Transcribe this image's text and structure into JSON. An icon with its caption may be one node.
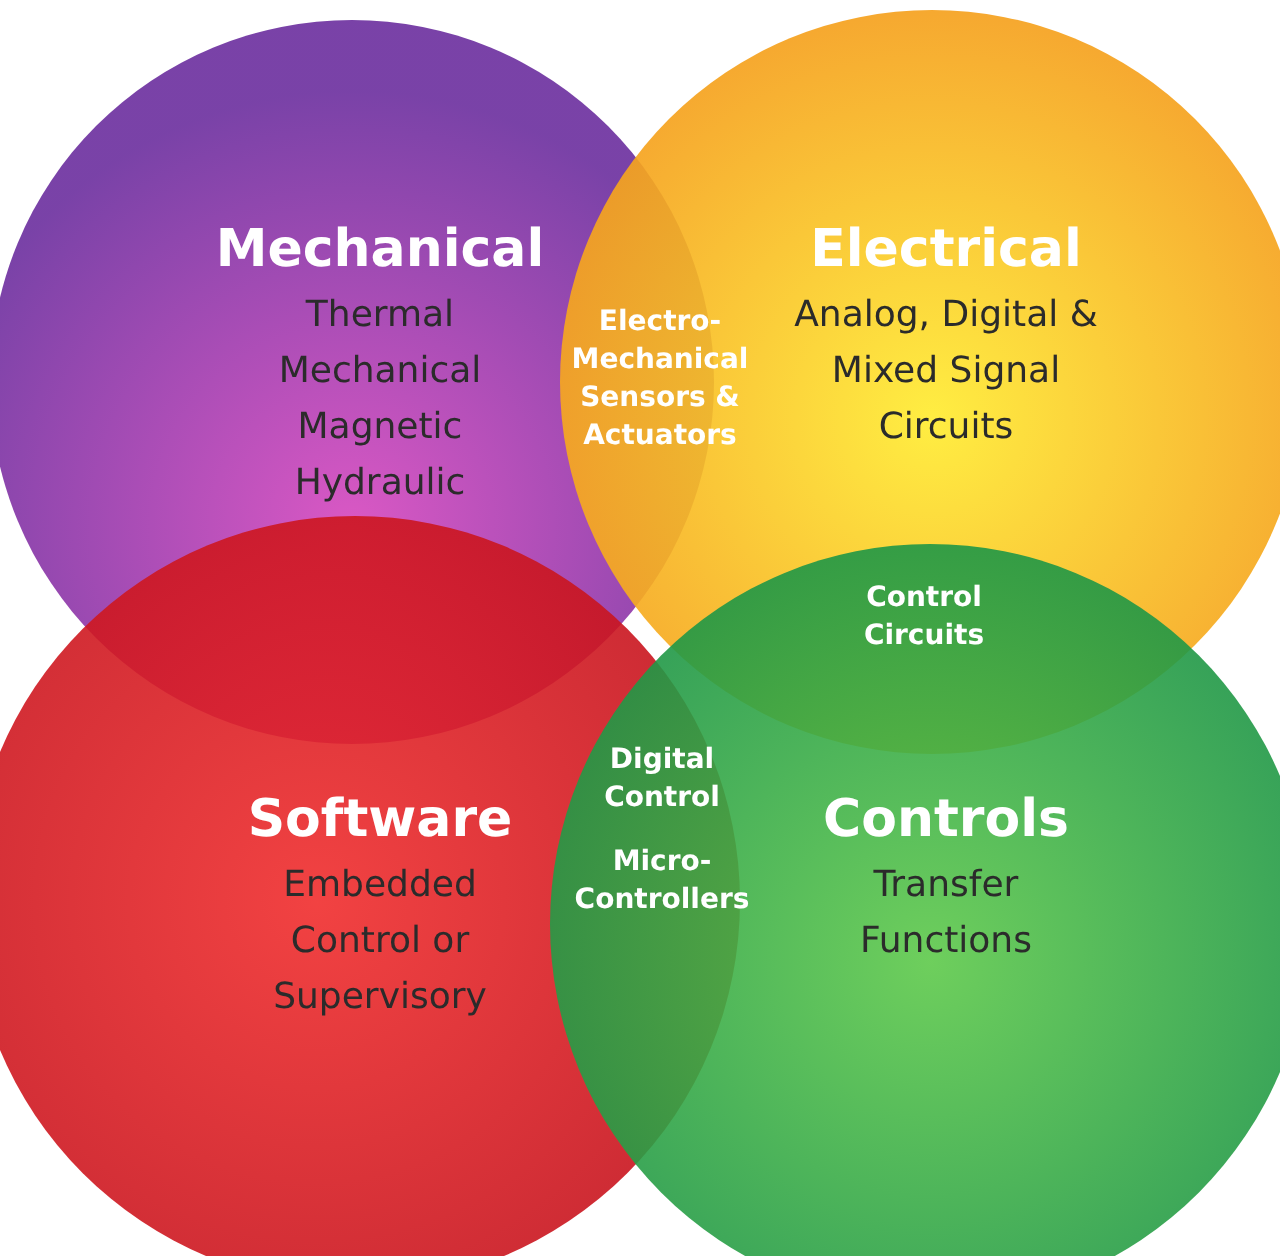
{
  "diagram": {
    "nodes": [
      {
        "text": [
          "Mechanical",
          "Thermal",
          "Mechanical",
          "Magnetic",
          "Hydraulic"
        ]
      },
      {
        "text": [
          "Electrical",
          "Analog, Digital & Mixed Signal Circuits"
        ]
      },
      {
        "text": [
          "Software",
          "Embedded Control or Supervisory"
        ]
      },
      {
        "text": [
          "Controls",
          "Transfer Functions"
        ]
      }
    ],
    "labels": [
      "Electro- Mechanical Sensors & Actuators",
      "Control Circuits",
      "Digital Control",
      "Micro- Controllers"
    ]
  }
}
